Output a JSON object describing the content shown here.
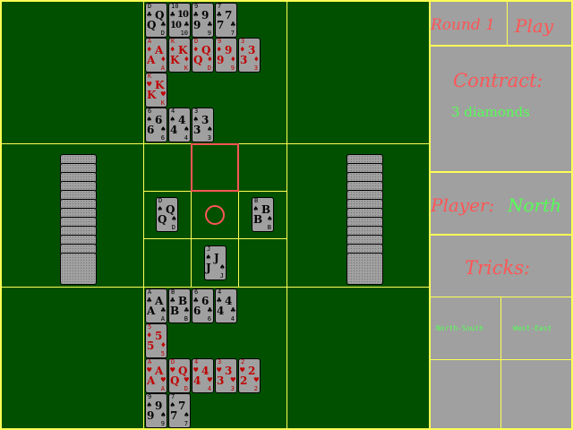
{
  "panel": {
    "round": "Round 1",
    "phase": "Play",
    "contract_label": "Contract:",
    "contract_value": "3 diamonds",
    "player_label": "Player:",
    "player_value": "North",
    "tricks_label": "Tricks:",
    "team_ns": "North-South",
    "team_we": "West-East"
  },
  "hands": {
    "north": [
      [
        {
          "r": "Q",
          "i": "D",
          "s": "♣"
        },
        {
          "r": "10",
          "i": "10",
          "s": "♣"
        },
        {
          "r": "9",
          "i": "9",
          "s": "♣"
        },
        {
          "r": "7",
          "i": "7",
          "s": "♣"
        }
      ],
      [
        {
          "r": "A",
          "i": "A",
          "s": "♦"
        },
        {
          "r": "K",
          "i": "K",
          "s": "♦"
        },
        {
          "r": "Q",
          "i": "D",
          "s": "♦"
        },
        {
          "r": "9",
          "i": "9",
          "s": "♦"
        },
        {
          "r": "3",
          "i": "3",
          "s": "♦"
        }
      ],
      [
        {
          "r": "K",
          "i": "K",
          "s": "♥"
        }
      ],
      [
        {
          "r": "6",
          "i": "6",
          "s": "♠"
        },
        {
          "r": "4",
          "i": "4",
          "s": "♠"
        },
        {
          "r": "3",
          "i": "3",
          "s": "♠"
        }
      ]
    ],
    "south": [
      [
        {
          "r": "A",
          "i": "A",
          "s": "♣"
        },
        {
          "r": "B",
          "i": "B",
          "s": "♣"
        },
        {
          "r": "6",
          "i": "6",
          "s": "♣"
        },
        {
          "r": "4",
          "i": "4",
          "s": "♣"
        }
      ],
      [
        {
          "r": "5",
          "i": "5",
          "s": "♦"
        }
      ],
      [
        {
          "r": "A",
          "i": "A",
          "s": "♥"
        },
        {
          "r": "Q",
          "i": "D",
          "s": "♥"
        },
        {
          "r": "4",
          "i": "4",
          "s": "♥"
        },
        {
          "r": "3",
          "i": "3",
          "s": "♥"
        },
        {
          "r": "2",
          "i": "2",
          "s": "♥"
        }
      ],
      [
        {
          "r": "9",
          "i": "9",
          "s": "♠"
        },
        {
          "r": "7",
          "i": "7",
          "s": "♠"
        }
      ]
    ]
  },
  "trick": {
    "west": {
      "r": "Q",
      "i": "D",
      "s": "♠"
    },
    "east": {
      "r": "B",
      "i": "B",
      "s": "♠"
    },
    "south": {
      "r": "J",
      "i": "J",
      "s": "♠"
    }
  },
  "west_backs": 12,
  "east_backs": 12
}
